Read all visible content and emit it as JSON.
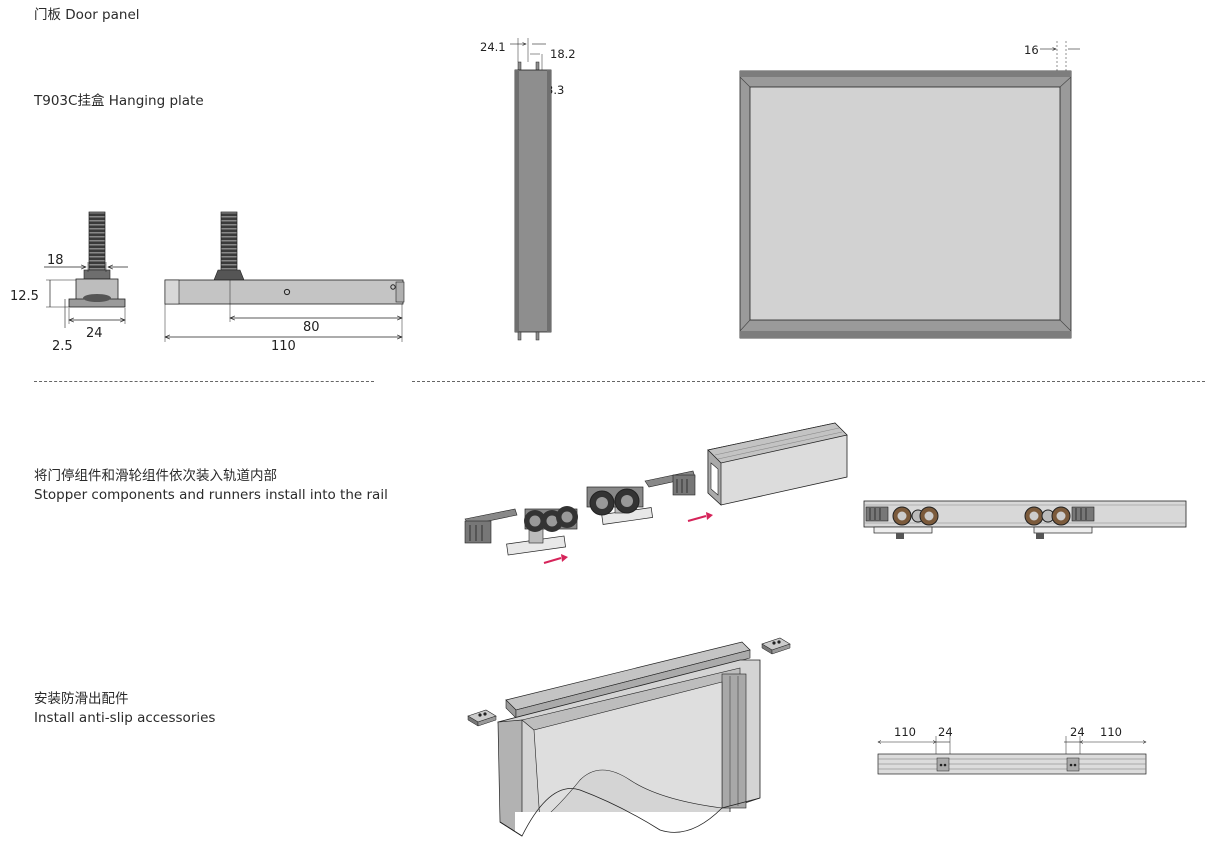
{
  "labels": {
    "door_panel": "门板  Door panel",
    "hanging_plate": "T903C挂盒  Hanging plate",
    "step1_cn": "将门停组件和滑轮组件依次装入轨道内部",
    "step1_en": "Stopper components and runners install into the rail",
    "step2_cn": "安装防滑出配件",
    "step2_en": "Install anti-slip accessories"
  },
  "dimensions": {
    "plate": {
      "width": "18",
      "height": "12.5",
      "base": "24",
      "thickness": "2.5",
      "hole_offset": "80",
      "length": "110"
    },
    "door_profile": {
      "left": "24.1",
      "right": "18.2",
      "lip": "3.3"
    },
    "door_frame": {
      "border": "16"
    },
    "rail_bottom": {
      "left_offset": "110",
      "left_width": "24",
      "right_width": "24",
      "right_offset": "110"
    }
  },
  "colors": {
    "accent_arrow": "#d6245a",
    "profile_gray": "#8e8e8e",
    "panel_gray": "#d2d2d2"
  }
}
